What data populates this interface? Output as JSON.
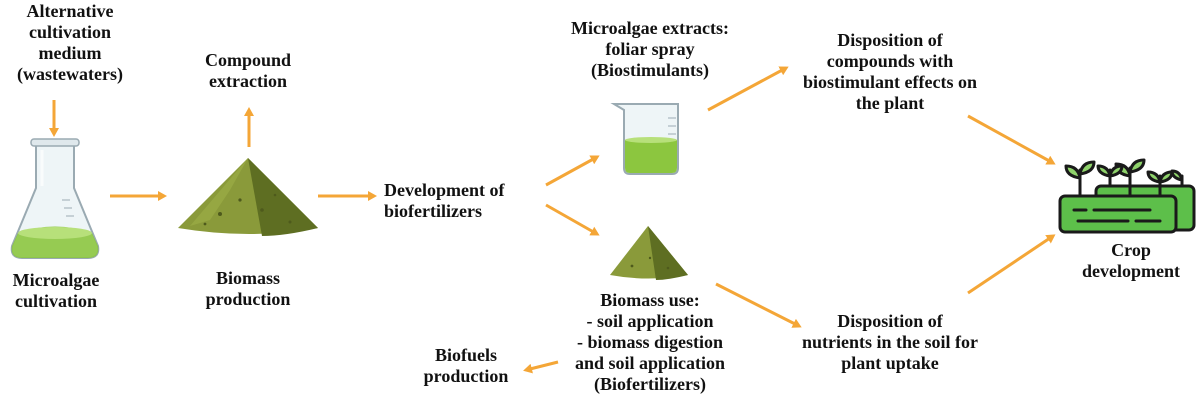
{
  "colors": {
    "arrow": "#F4A637",
    "algae_green": "#8CC63F",
    "powder_light": "#8A9A3A",
    "powder_dark": "#5E6E22",
    "plant_green": "#5DBF4A",
    "outline": "#1a1a1a"
  },
  "nodes": {
    "alt_medium": [
      "Alternative",
      "cultivation",
      "medium",
      "(wastewaters)"
    ],
    "microalgae_cultivation": [
      "Microalgae",
      "cultivation"
    ],
    "compound_extraction": [
      "Compound",
      "extraction"
    ],
    "biomass_production": [
      "Biomass",
      "production"
    ],
    "development_biofertilizers": [
      "Development of",
      "biofertilizers"
    ],
    "microalgae_extracts": [
      "Microalgae extracts:",
      "foliar spray",
      "(Biostimulants)"
    ],
    "biomass_use": [
      "Biomass use:",
      "- soil application",
      "- biomass digestion",
      "and soil application",
      "(Biofertilizers)"
    ],
    "biofuels_production": [
      "Biofuels",
      "production"
    ],
    "disposition_compounds": [
      "Disposition of",
      "compounds with",
      "biostimulant effects on",
      "the plant"
    ],
    "disposition_nutrients": [
      "Disposition of",
      "nutrients in the soil for",
      "plant uptake"
    ],
    "crop_development": [
      "Crop",
      "development"
    ]
  },
  "icons": {
    "flask": "erlenmeyer-flask-icon",
    "powder_large": "biomass-powder-icon",
    "beaker": "beaker-icon",
    "powder_small": "biomass-powder-small-icon",
    "crop": "crop-planter-icon"
  }
}
